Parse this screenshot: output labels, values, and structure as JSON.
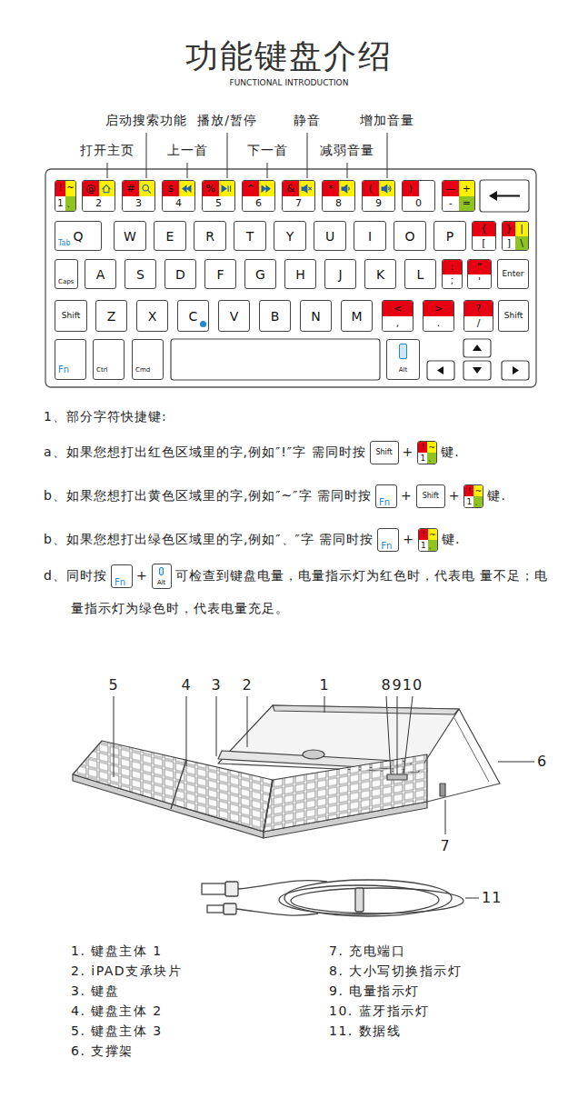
{
  "diagram": {
    "title": "功能键盘介绍",
    "nodes": [
      {
        "text": [
          "!",
          "~",
          "1",
          "、"
        ]
      },
      {
        "text": [
          "@",
          "2"
        ]
      },
      {
        "text": [
          "#",
          "3"
        ]
      },
      {
        "text": [
          "$",
          "4"
        ]
      },
      {
        "text": [
          "%",
          "5"
        ]
      },
      {
        "text": [
          "^",
          "6"
        ]
      },
      {
        "text": [
          "&",
          "7"
        ]
      },
      {
        "text": [
          "*",
          "8"
        ]
      },
      {
        "text": [
          "(",
          "9"
        ]
      },
      {
        "text": [
          ")",
          "0"
        ]
      },
      {
        "text": [
          "—",
          "+",
          "-",
          "="
        ]
      },
      {
        "text": [
          "Q",
          "Tab"
        ]
      },
      {
        "text": [
          "W"
        ]
      },
      {
        "text": [
          "E"
        ]
      },
      {
        "text": [
          "R"
        ]
      },
      {
        "text": [
          "T"
        ]
      },
      {
        "text": [
          "Y"
        ]
      },
      {
        "text": [
          "U"
        ]
      },
      {
        "text": [
          "I"
        ]
      },
      {
        "text": [
          "O"
        ]
      },
      {
        "text": [
          "P"
        ]
      },
      {
        "text": [
          "{",
          "["
        ]
      },
      {
        "text": [
          "}",
          "|",
          "]",
          "\\"
        ]
      },
      {
        "text": [
          "Caps"
        ]
      },
      {
        "text": [
          "A"
        ]
      },
      {
        "text": [
          "S"
        ]
      },
      {
        "text": [
          "D"
        ]
      },
      {
        "text": [
          "F"
        ]
      },
      {
        "text": [
          "G"
        ]
      },
      {
        "text": [
          "H"
        ]
      },
      {
        "text": [
          "J"
        ]
      },
      {
        "text": [
          "K"
        ]
      },
      {
        "text": [
          "L"
        ]
      },
      {
        "text": [
          ":",
          ";"
        ]
      },
      {
        "text": [
          "\"",
          "'"
        ]
      },
      {
        "text": [
          "Enter"
        ]
      },
      {
        "text": [
          "Shift"
        ]
      },
      {
        "text": [
          "Z"
        ]
      },
      {
        "text": [
          "X"
        ]
      },
      {
        "text": [
          "C"
        ]
      },
      {
        "text": [
          "V"
        ]
      },
      {
        "text": [
          "B"
        ]
      },
      {
        "text": [
          "N"
        ]
      },
      {
        "text": [
          "M"
        ]
      },
      {
        "text": [
          "<",
          ","
        ]
      },
      {
        "text": [
          ">",
          "."
        ]
      },
      {
        "text": [
          "?",
          "/"
        ]
      },
      {
        "text": [
          "Shift"
        ]
      },
      {
        "text": [
          "Fn"
        ]
      },
      {
        "text": [
          "Ctrl"
        ]
      },
      {
        "text": [
          "Cmd"
        ]
      },
      {
        "text": [
          "Alt"
        ]
      },
      {
        "text": [
          "Shift"
        ]
      },
      {
        "text": [
          "!",
          "~",
          "1",
          "、"
        ]
      },
      {
        "text": [
          "Fn"
        ]
      },
      {
        "text": [
          "Shift"
        ]
      },
      {
        "text": [
          "!",
          "~",
          "1",
          "、"
        ]
      },
      {
        "text": [
          "Fn"
        ]
      },
      {
        "text": [
          "!",
          "~",
          "1",
          "、"
        ]
      },
      {
        "text": [
          "Fn"
        ]
      },
      {
        "text": [
          "Alt"
        ]
      }
    ],
    "labels": [
      "FUNCTIONAL INTRODUCTION",
      "启动搜索功能",
      "播放/暂停",
      "静音",
      "增加音量",
      "打开主页",
      "上一首",
      "下一首",
      "减弱音量",
      "1、部分字符快捷键:",
      "a、如果您想打出红色区域里的字,例如″!″字 需同时按",
      "+",
      "键.",
      "b、如果您想打出黄色区域里的字,例如″~″字 需同时按",
      "+",
      "+",
      "键.",
      "b、如果您想打出绿色区域里的字,例如″、″字 需同时按",
      "+",
      "键.",
      "d、同时按",
      "+",
      "可检查到键盘电量，电量指示灯为红色时，代表电 量不足；电量指示灯为绿色时，代表电量充足。",
      "5",
      "4",
      "3",
      "2",
      "1",
      "8",
      "9",
      "10",
      "6",
      "7",
      "11",
      "1. 键盘主体 1",
      "2. iPAD支承块片",
      "3. 键盘",
      "4. 键盘主体 2",
      "5. 键盘主体 3",
      "6. 支撑架",
      "7. 充电端口",
      "8. 大小写切换指示灯",
      "9. 电量指示灯",
      "10. 蓝牙指示灯",
      "11. 数据线"
    ]
  }
}
